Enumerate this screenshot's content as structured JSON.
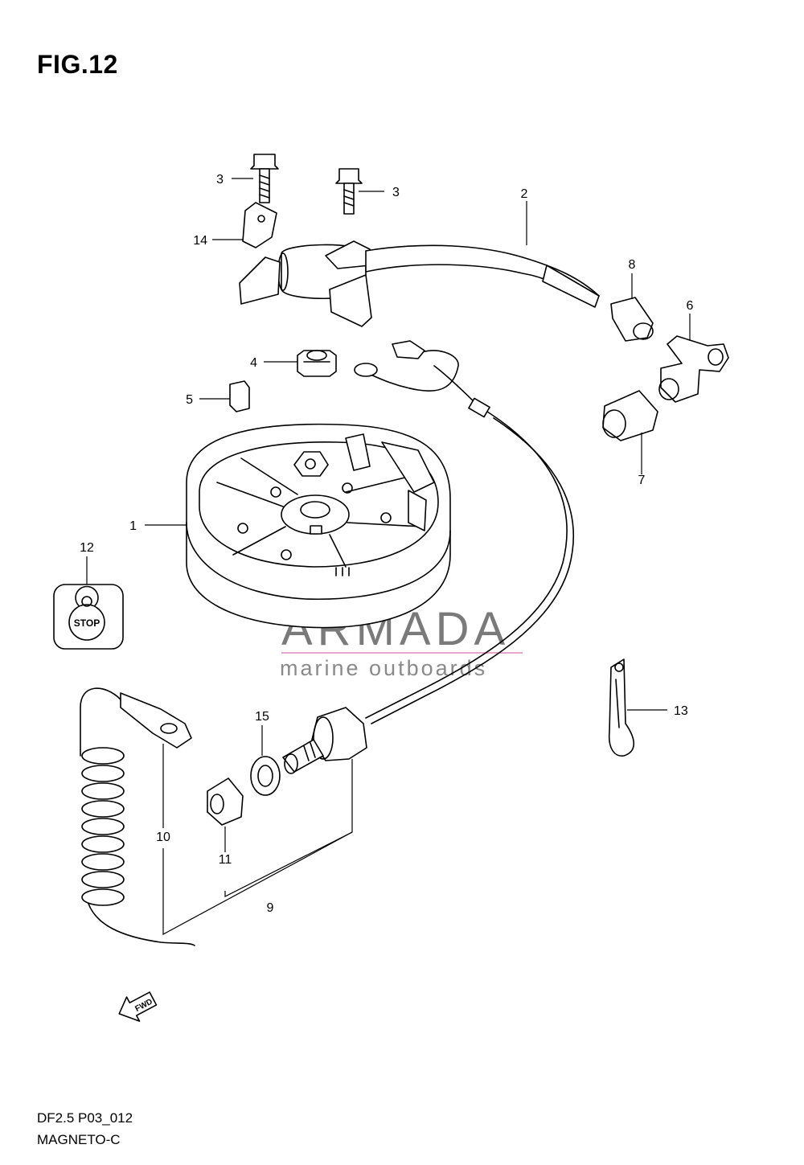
{
  "figure": {
    "title": "FIG.12"
  },
  "footer": {
    "code": "DF2.5 P03_012",
    "name": "MAGNETO-C"
  },
  "watermark": {
    "brand": "ARMADA",
    "tagline": "marine outboards",
    "brand_color": "#e9a6cf"
  },
  "stop_plate": {
    "text": "STOP"
  },
  "fwd_arrow": {
    "text": "FWD"
  },
  "callouts": [
    {
      "id": "1",
      "label": "1"
    },
    {
      "id": "2",
      "label": "2"
    },
    {
      "id": "3a",
      "label": "3"
    },
    {
      "id": "3b",
      "label": "3"
    },
    {
      "id": "4",
      "label": "4"
    },
    {
      "id": "5",
      "label": "5"
    },
    {
      "id": "6",
      "label": "6"
    },
    {
      "id": "7",
      "label": "7"
    },
    {
      "id": "8",
      "label": "8"
    },
    {
      "id": "9",
      "label": "9"
    },
    {
      "id": "10",
      "label": "10"
    },
    {
      "id": "11",
      "label": "11"
    },
    {
      "id": "12",
      "label": "12"
    },
    {
      "id": "13",
      "label": "13"
    },
    {
      "id": "14",
      "label": "14"
    },
    {
      "id": "15",
      "label": "15"
    }
  ]
}
